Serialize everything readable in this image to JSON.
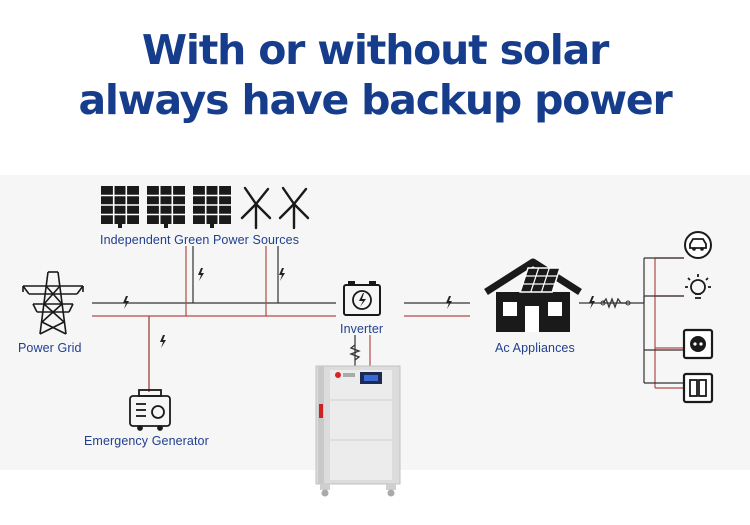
{
  "headline": {
    "line1": "With or without solar",
    "line2": "always have backup power"
  },
  "labels": {
    "green_sources": "Independent Green Power Sources",
    "power_grid": "Power Grid",
    "inverter": "Inverter",
    "ac_appliances": "Ac Appliances",
    "emergency_generator": "Emergency Generator"
  },
  "icons": {
    "solar_panel": "solar-panel-icon",
    "wind_turbine": "wind-turbine-icon",
    "pylon": "transmission-tower-icon",
    "inverter": "inverter-icon",
    "house": "solar-house-icon",
    "generator": "generator-icon",
    "battery": "battery-cabinet-icon",
    "car": "car-icon",
    "bulb": "light-bulb-icon",
    "socket": "power-socket-icon",
    "switch": "light-switch-icon"
  },
  "colors": {
    "headline": "#163c8c",
    "label": "#1f3f8f",
    "line_dark": "#333333",
    "line_red": "#b24a4a",
    "panel_bg": "#f7f7f7"
  }
}
